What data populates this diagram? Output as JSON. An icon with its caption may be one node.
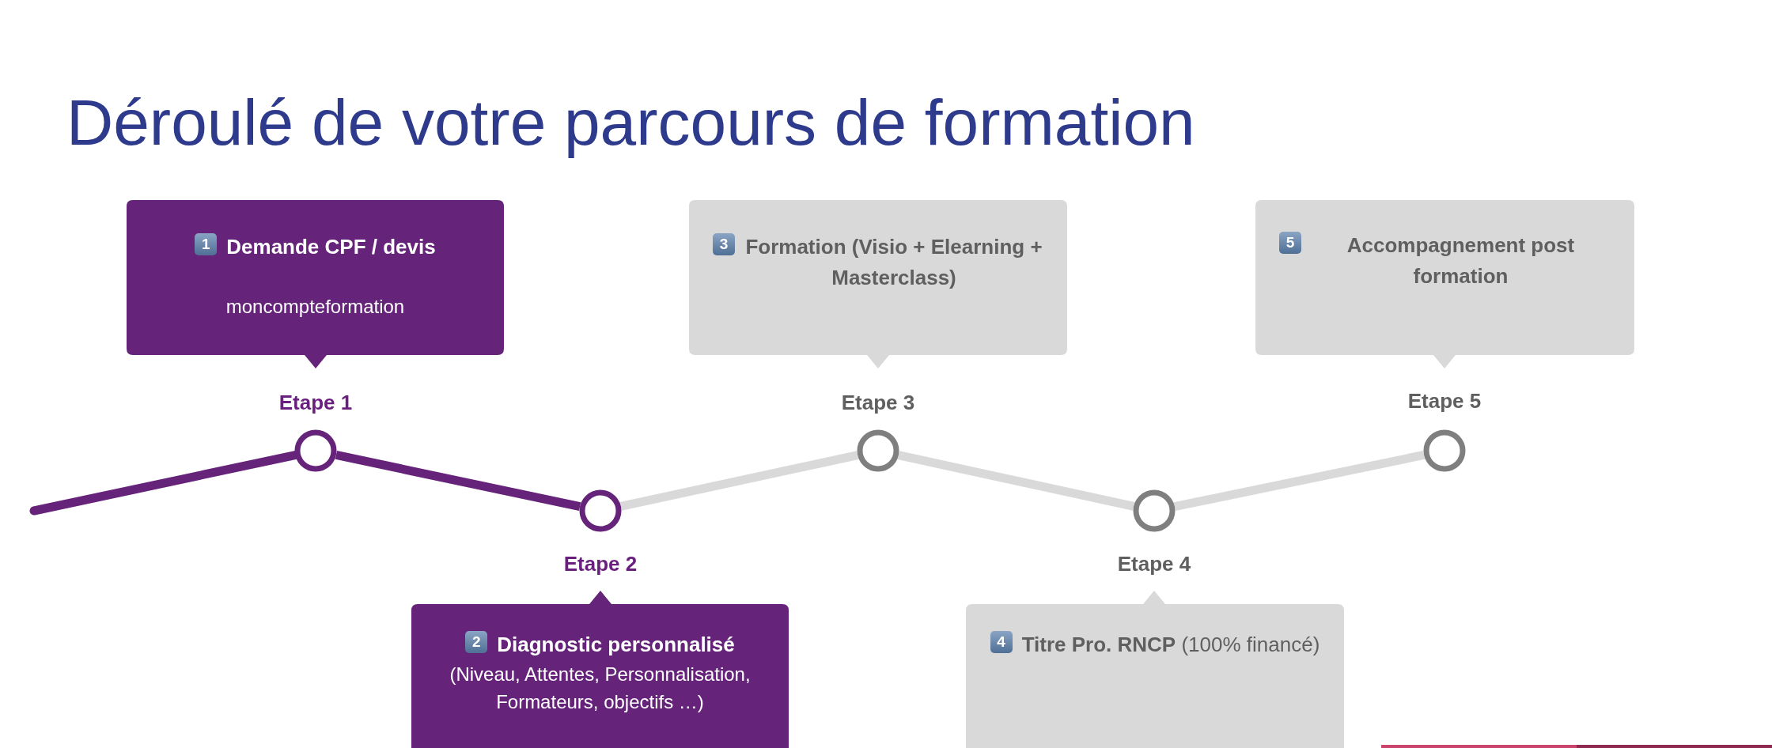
{
  "diagram": {
    "title": "Déroulé de votre parcours de formation",
    "nodes": [
      {
        "text": [
          "1",
          "Demande CPF / devis",
          "moncompteformation"
        ]
      },
      {
        "text": [
          "2",
          "Diagnostic personnalisé",
          "(Niveau, Attentes, Personnalisation, Formateurs, objectifs …)"
        ]
      },
      {
        "text": [
          "3",
          "Formation (Visio + Elearning + Masterclass)"
        ]
      },
      {
        "text": [
          "4",
          "**Titre Pro. RNCP** (100% financé)"
        ]
      },
      {
        "text": [
          "5",
          "Accompagnement post formation"
        ]
      },
      {
        "text": [],
        "shape": "circle",
        "beside": [
          "Etape 1"
        ]
      },
      {
        "text": [],
        "shape": "circle",
        "beside": [
          "Etape 2"
        ]
      },
      {
        "text": [],
        "shape": "circle",
        "beside": [
          "Etape 3"
        ]
      },
      {
        "text": [],
        "shape": "circle",
        "beside": [
          "Etape 4"
        ]
      },
      {
        "text": [],
        "shape": "circle",
        "beside": [
          "Etape 5"
        ]
      }
    ],
    "edges": [
      {
        "from": null,
        "to": 5,
        "arrow": "none",
        "color": "#66237a"
      },
      {
        "from": 5,
        "to": 6,
        "arrow": "none",
        "color": "#66237a"
      },
      {
        "from": 6,
        "to": 7,
        "arrow": "none",
        "color": "#d9d9d9"
      },
      {
        "from": 7,
        "to": 8,
        "arrow": "none",
        "color": "#d9d9d9"
      },
      {
        "from": 8,
        "to": 9,
        "arrow": "none",
        "color": "#d9d9d9"
      }
    ]
  }
}
